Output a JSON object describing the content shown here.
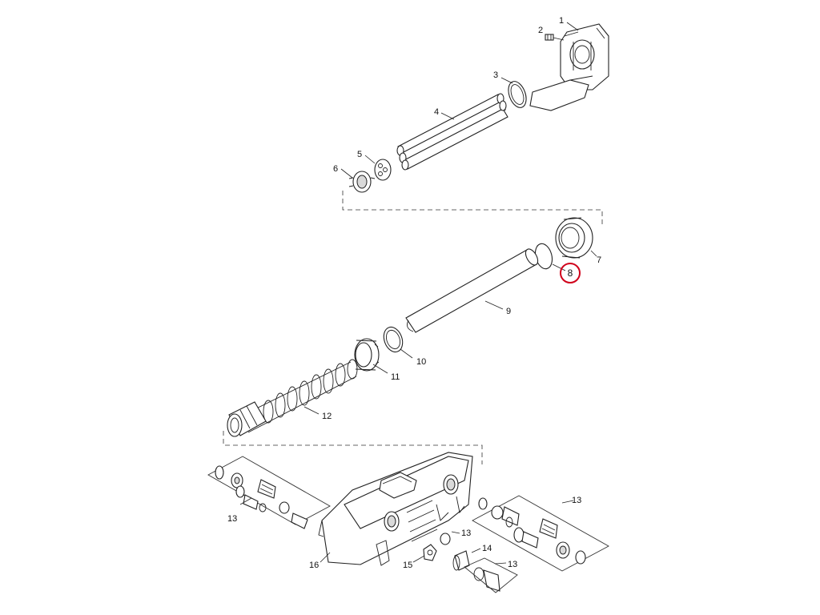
{
  "diagram": {
    "highlight_color": "#d0021b",
    "highlighted_label": "8",
    "callouts": [
      "1",
      "2",
      "3",
      "4",
      "5",
      "6",
      "7",
      "8",
      "9",
      "10",
      "11",
      "12",
      "13",
      "13",
      "13",
      "13",
      "14",
      "15",
      "16"
    ]
  }
}
